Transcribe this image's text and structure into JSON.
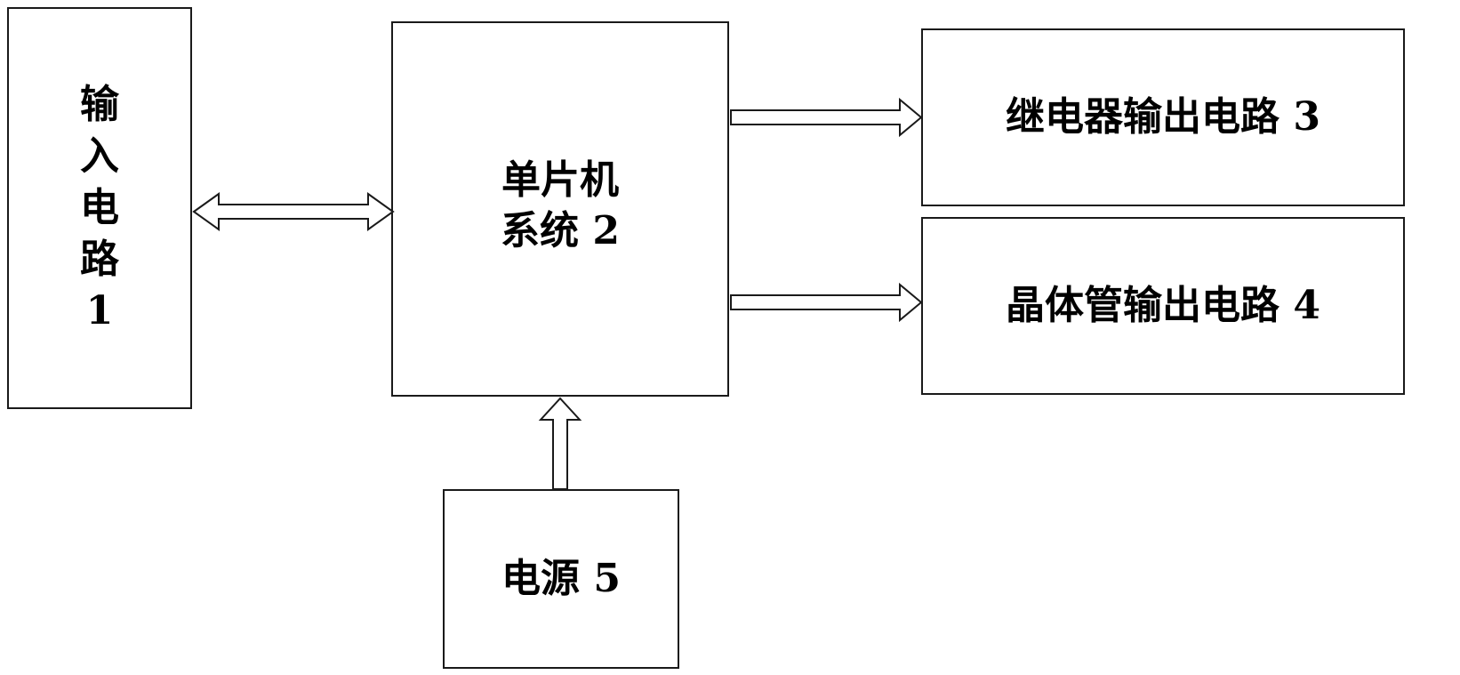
{
  "blocks": {
    "input": {
      "label": "输入电路 1"
    },
    "mcu": {
      "label": "单片机\n系统 2"
    },
    "relay": {
      "label": "继电器输出电路 3"
    },
    "transistor": {
      "label": "晶体管输出电路 4"
    },
    "power": {
      "label": "电源 5"
    }
  },
  "connections": [
    {
      "from": "input",
      "to": "mcu",
      "type": "bidirectional"
    },
    {
      "from": "mcu",
      "to": "relay",
      "type": "unidirectional"
    },
    {
      "from": "mcu",
      "to": "transistor",
      "type": "unidirectional"
    },
    {
      "from": "power",
      "to": "mcu",
      "type": "unidirectional"
    }
  ],
  "colors": {
    "stroke": "#1a1a1a",
    "fill": "#ffffff"
  }
}
